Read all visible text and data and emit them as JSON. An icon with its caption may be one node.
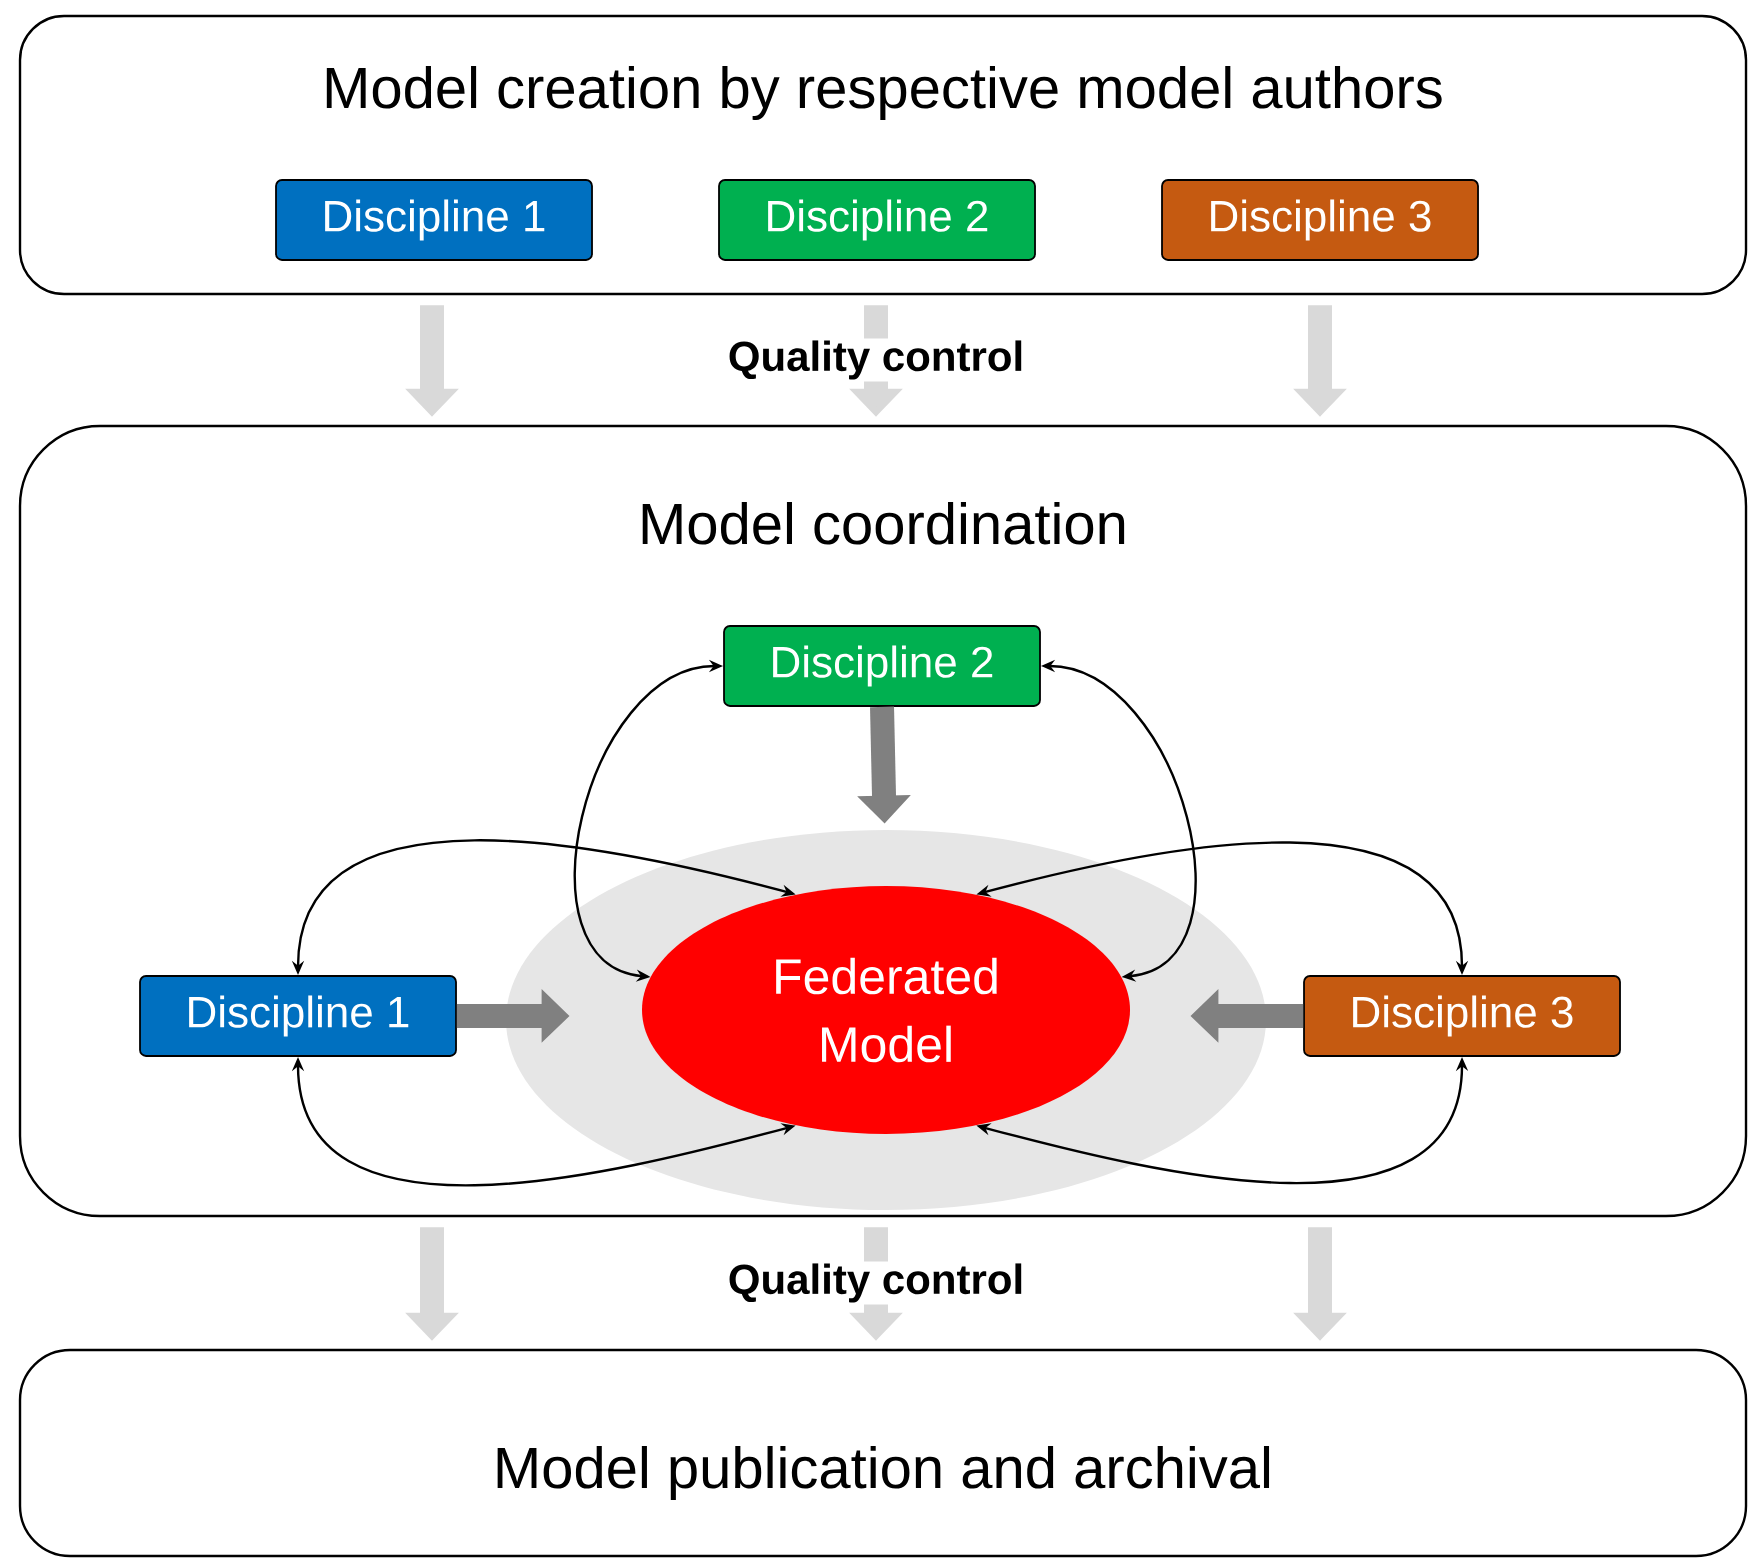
{
  "diagram": {
    "nodes": [
      {
        "text": [
          "Model creation by respective model authors"
        ]
      },
      {
        "text": [
          "Discipline 1"
        ],
        "in": 0
      },
      {
        "text": [
          "Discipline 2"
        ],
        "in": 0
      },
      {
        "text": [
          "Discipline 3"
        ],
        "in": 0
      },
      {
        "text": [
          "Model coordination"
        ]
      },
      {
        "text": [
          "Discipline 2"
        ],
        "in": 4
      },
      {
        "text": [],
        "shape": "ellipse",
        "in": 4
      },
      {
        "text": [
          "Federated Model"
        ],
        "in": 6
      },
      {
        "text": [
          "Discipline 1"
        ],
        "in": 4
      },
      {
        "text": [
          "Discipline 3"
        ],
        "in": 4
      },
      {
        "text": [
          "Model publication and archival"
        ]
      }
    ],
    "edges": [
      {
        "from": 0,
        "to": 4,
        "arrow": "to",
        "color": "#d9d9d9"
      },
      {
        "from": 0,
        "to": 4,
        "arrow": "to",
        "color": "#d9d9d9",
        "label": "Quality control"
      },
      {
        "from": 0,
        "to": 4,
        "arrow": "to",
        "color": "#d9d9d9"
      },
      {
        "from": 5,
        "to": 7,
        "arrow": "to",
        "color": "#808080"
      },
      {
        "from": 8,
        "to": 7,
        "arrow": "to",
        "color": "#808080"
      },
      {
        "from": 9,
        "to": 7,
        "arrow": "to",
        "color": "#808080"
      },
      {
        "from": 5,
        "to": 7,
        "arrow": "both",
        "color": "#000000"
      },
      {
        "from": 5,
        "to": 7,
        "arrow": "both",
        "color": "#000000"
      },
      {
        "from": 8,
        "to": 7,
        "arrow": "both",
        "color": "#000000"
      },
      {
        "from": 8,
        "to": 7,
        "arrow": "both",
        "color": "#000000"
      },
      {
        "from": 9,
        "to": 7,
        "arrow": "both",
        "color": "#000000"
      },
      {
        "from": 9,
        "to": 7,
        "arrow": "both",
        "color": "#000000"
      },
      {
        "from": 4,
        "to": 10,
        "arrow": "to",
        "color": "#d9d9d9"
      },
      {
        "from": 4,
        "to": 10,
        "arrow": "to",
        "color": "#d9d9d9",
        "label": "Quality control"
      },
      {
        "from": 4,
        "to": 10,
        "arrow": "to",
        "color": "#d9d9d9"
      }
    ]
  }
}
